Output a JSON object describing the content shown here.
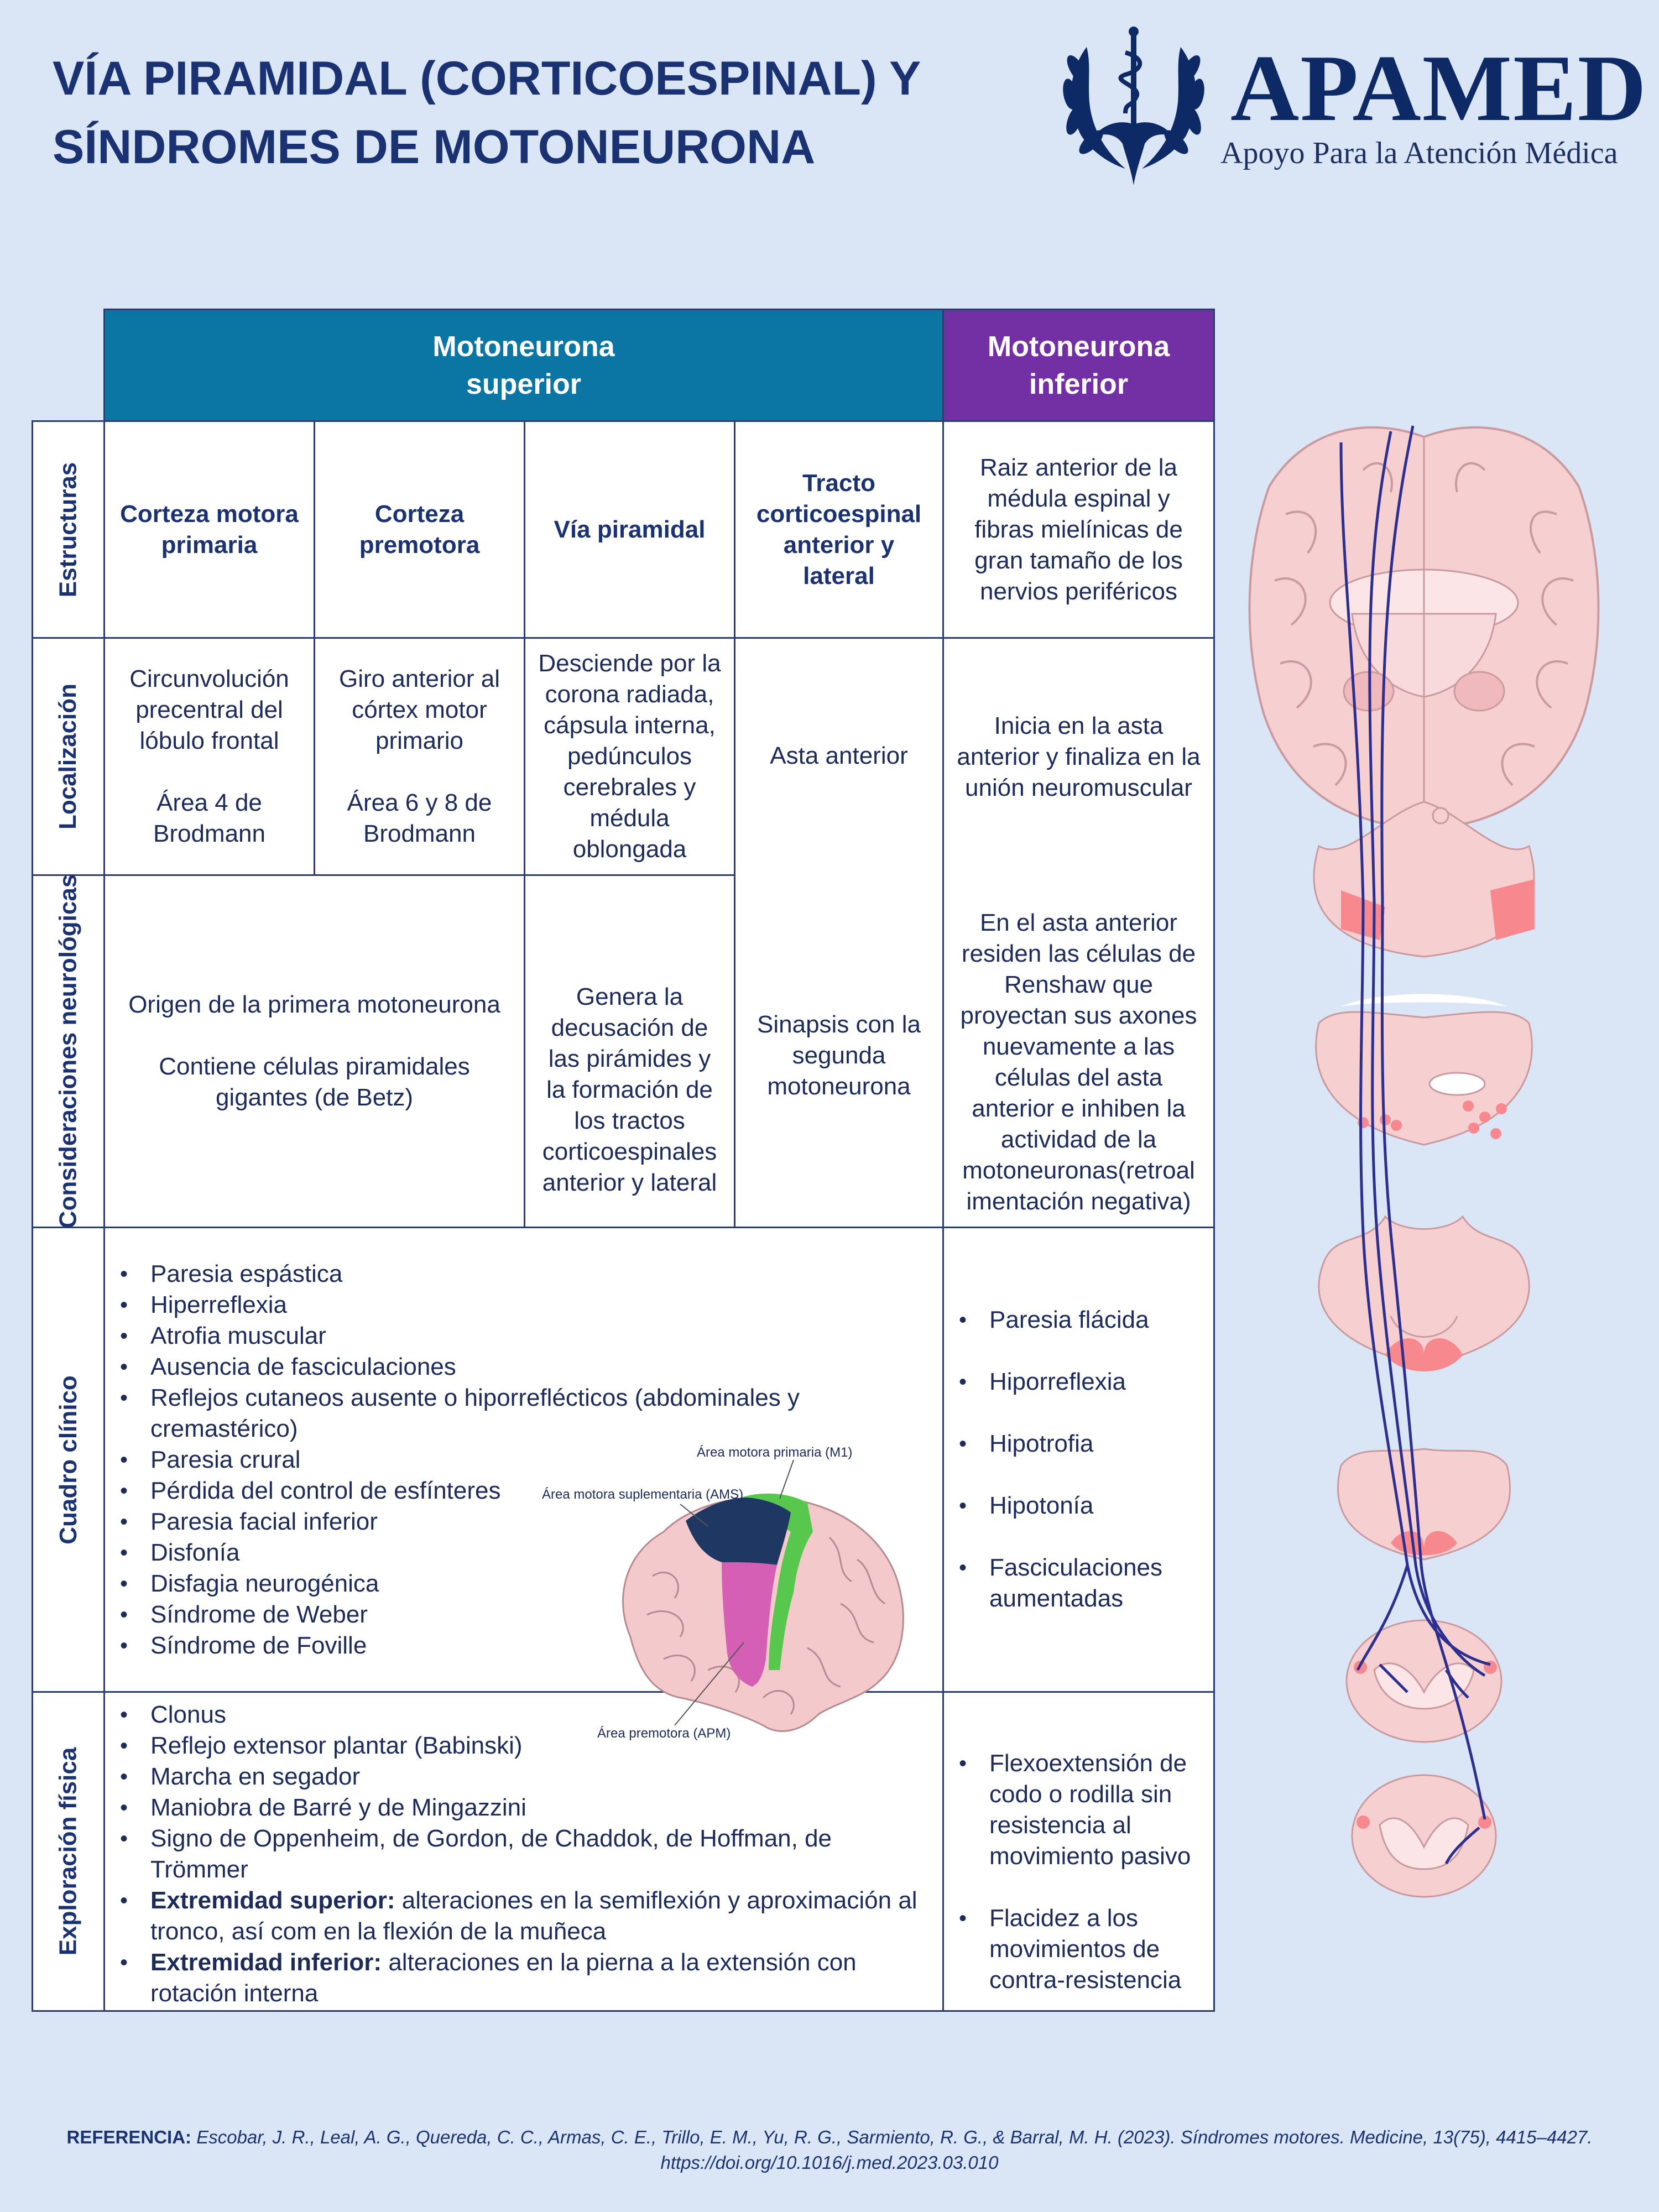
{
  "header": {
    "title_line1": "VÍA PIRAMIDAL (CORTICOESPINAL) Y",
    "title_line2": "SÍNDROMES DE MOTONEURONA",
    "logo_name": "APAMED",
    "logo_tagline": "Apoyo Para la Atención Médica",
    "logo_icon": "caduceus-eagle-laurel-emblem"
  },
  "table": {
    "col_headers": {
      "superior": "Motoneurona\nsuperior",
      "inferior": "Motoneurona\ninferior"
    },
    "row_labels": {
      "estructuras": "Estructuras",
      "localizacion": "Localización",
      "consideraciones": "Consideraciones\nneurológicas",
      "cuadro": "Cuadro clínico",
      "exploracion": "Exploración física"
    },
    "estructuras": {
      "c1": "Corteza motora\nprimaria",
      "c2": "Corteza\npremotora",
      "c3": "Vía piramidal",
      "c4": "Tracto\ncorticoespinal\nanterior y\nlateral",
      "inf": "Raiz anterior de la\nmédula espinal y\nfibras mielínicas de\ngran tamaño de los\nnervios periféricos"
    },
    "localizacion": {
      "c1": "Circunvolución\nprecentral del\nlóbulo frontal\n\nÁrea 4 de\nBrodmann",
      "c2": "Giro anterior al\ncórtex motor\nprimario\n\nÁrea 6 y 8 de\nBrodmann",
      "c3": "Desciende por la\ncorona radiada,\ncápsula interna,\npedúnculos\ncerebrales y\nmédula\noblongada",
      "c4": "Asta anterior",
      "inf": "Inicia en la asta\nanterior y finaliza en la\nunión neuromuscular"
    },
    "consideraciones": {
      "c12": "Origen de la primera motoneurona\n\nContiene células piramidales\ngigantes (de Betz)",
      "c3": "Genera la\ndecusación de\nlas pirámides y\nla formación de\nlos tractos\ncorticoespinales\nanterior y lateral",
      "c4": "Sinapsis con la\nsegunda\nmotoneurona",
      "inf": "En el asta anterior\nresiden las células de\nRenshaw que\nproyectan sus axones\nnuevamente a las\ncélulas del asta\nanterior e inhiben la\nactividad de la\nmotoneuronas(retroal\nimentación negativa)"
    },
    "cuadro_superior": [
      "Paresia espástica",
      "Hiperreflexia",
      "Atrofia muscular",
      "Ausencia de fasciculaciones",
      "Reflejos cutaneos ausente o hiporreflécticos (abdominales y cremastérico)",
      "Paresia crural",
      "Pérdida del control de esfínteres",
      "Paresia facial inferior",
      "Disfonía",
      "Disfagia neurogénica",
      "Síndrome de Weber",
      "Síndrome de Foville"
    ],
    "cuadro_inferior": [
      "Paresia flácida",
      "Hiporreflexia",
      "Hipotrofia",
      "Hipotonía",
      "Fasciculaciones aumentadas"
    ],
    "exploracion_superior": {
      "items": [
        "Clonus",
        "Reflejo extensor plantar (Babinski)",
        "Marcha en segador",
        "Maniobra de Barré y de Mingazzini",
        "Signo de Oppenheim, de Gordon, de Chaddok, de Hoffman, de Trömmer"
      ],
      "ext_sup_label": "Extremidad superior:",
      "ext_sup_text": " alteraciones en la semiflexión y aproximación al tronco, así com en la flexión de la muñeca",
      "ext_inf_label": "Extremidad inferior:",
      "ext_inf_text": " alteraciones en la pierna a la extensión con rotación interna"
    },
    "exploracion_inferior": [
      "Flexoextensión de codo o rodilla sin resistencia al movimiento pasivo",
      "Flacidez a los movimientos de contra-resistencia"
    ]
  },
  "brain_diagram": {
    "label_m1": "Área motora primaria (M1)",
    "label_ams": "Área motora\nsuplementaria (AMS)",
    "label_apm": "Área premotora (APM)",
    "colors": {
      "m1": "#57c84d",
      "ams": "#1f3763",
      "apm": "#d45fb5",
      "brain": "#f3c9cc"
    }
  },
  "anatomy_illustration": {
    "tract_color": "#2c2f8f",
    "tissue_color": "#f6cfd1",
    "highlight_color": "#f7898e"
  },
  "reference": {
    "label": "REFERENCIA:",
    "text": " Escobar, J. R., Leal, A. G., Quereda, C. C., Armas, C. E., Trillo, E. M., Yu, R. G., Sarmiento, R. G., & Barral, M. H. (2023). Síndromes motores. Medicine, 13(75), 4415–4427.",
    "doi": "https://doi.org/10.1016/j.med.2023.03.010"
  }
}
